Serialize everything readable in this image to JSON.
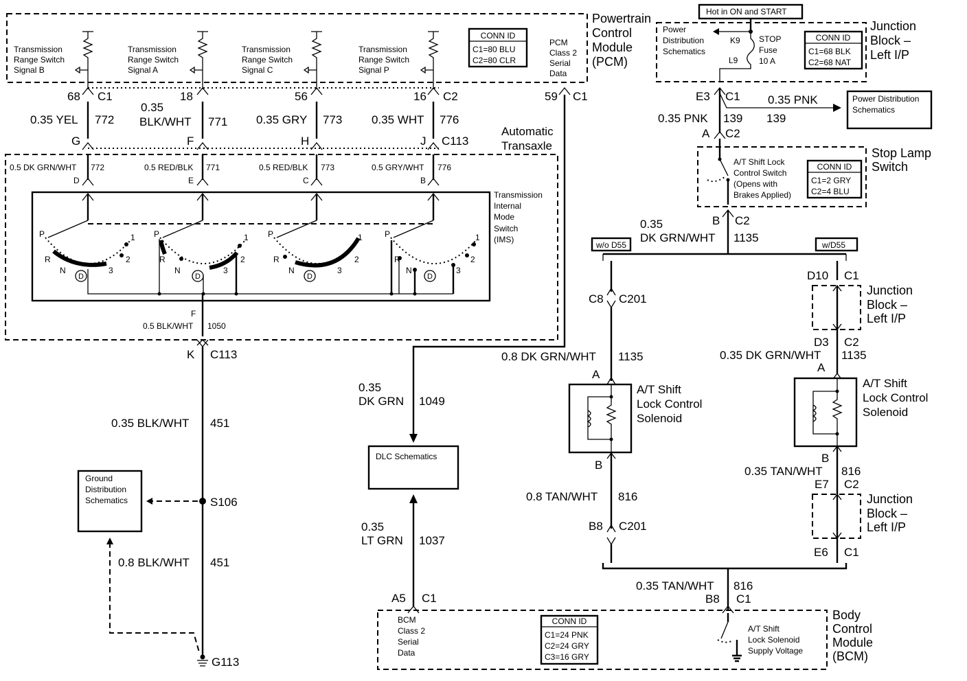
{
  "pcm": {
    "title": [
      "Powertrain",
      "Control",
      "Module",
      "(PCM)"
    ],
    "conn_id": {
      "header": "CONN ID",
      "rows": [
        "C1=80 BLU",
        "C2=80 CLR"
      ]
    },
    "serial": [
      "PCM",
      "Class 2",
      "Serial",
      "Data"
    ],
    "signals": [
      {
        "lines": [
          "Transmission",
          "Range Switch",
          "Signal B"
        ],
        "pin": "68",
        "conn": "C1",
        "gauge": "0.35 YEL",
        "circuit": "772",
        "ta_pin": "G"
      },
      {
        "lines": [
          "Transmission",
          "Range Switch",
          "Signal A"
        ],
        "pin": "18",
        "conn": "",
        "gauge_top": "0.35",
        "gauge": "BLK/WHT",
        "circuit": "771",
        "ta_pin": "F"
      },
      {
        "lines": [
          "Transmission",
          "Range Switch",
          "Signal C"
        ],
        "pin": "56",
        "conn": "",
        "gauge": "0.35 GRY",
        "circuit": "773",
        "ta_pin": "H"
      },
      {
        "lines": [
          "Transmission",
          "Range Switch",
          "Signal P"
        ],
        "pin": "16",
        "conn": "C2",
        "gauge": "0.35 WHT",
        "circuit": "776",
        "ta_pin": "J"
      }
    ],
    "serial_pin": "59",
    "serial_conn": "C1"
  },
  "transaxle": {
    "title": [
      "Automatic",
      "Transaxle"
    ],
    "connector": "C113",
    "wires": [
      {
        "label": "0.5 DK GRN/WHT",
        "circuit": "772",
        "pin": "D"
      },
      {
        "label": "0.5 RED/BLK",
        "circuit": "771",
        "pin": "E"
      },
      {
        "label": "0.5 RED/BLK",
        "circuit": "773",
        "pin": "C"
      },
      {
        "label": "0.5 GRY/WHT",
        "circuit": "776",
        "pin": "B"
      }
    ],
    "ims": [
      "Transmission",
      "Internal",
      "Mode",
      "Switch",
      "(IMS)"
    ],
    "gear_labels": {
      "p": "P",
      "r": "R",
      "n": "N",
      "d": "D",
      "one": "1",
      "two": "2",
      "three": "3"
    },
    "ground_pin": "F",
    "ground_wire": "0.5 BLK/WHT",
    "ground_circuit": "1050",
    "exit_pin": "K",
    "exit_conn": "C113"
  },
  "ground": {
    "wire1": "0.35 BLK/WHT",
    "circuit1": "451",
    "splice": "S106",
    "wire2": "0.8 BLK/WHT",
    "circuit2": "451",
    "point": "G113",
    "box": [
      "Ground",
      "Distribution",
      "Schematics"
    ]
  },
  "dlc": {
    "wire1_gauge": "0.35",
    "wire1_color": "DK GRN",
    "wire1_circuit": "1049",
    "box": "DLC Schematics",
    "wire2_gauge": "0.35",
    "wire2_color": "LT GRN",
    "wire2_circuit": "1037"
  },
  "junction_top": {
    "hot": "Hot in ON and START",
    "pd": [
      "Power",
      "Distribution",
      "Schematics"
    ],
    "k9": "K9",
    "l9": "L9",
    "fuse": [
      "STOP",
      "Fuse",
      "10 A"
    ],
    "conn_id": {
      "header": "CONN ID",
      "rows": [
        "C1=68 BLK",
        "C2=68 NAT"
      ]
    },
    "title": [
      "Junction",
      "Block –",
      "Left I/P"
    ],
    "pin": "E3",
    "conn": "C1"
  },
  "stop_feed": {
    "wire": "0.35 PNK",
    "circuit": "139",
    "branch_wire": "0.35 PNK",
    "branch_circuit": "139",
    "pd_box": [
      "Power Distribution",
      "Schematics"
    ]
  },
  "stop_lamp": {
    "pin_a": "A",
    "conn_a": "C2",
    "switch": [
      "A/T Shift Lock",
      "Control Switch",
      "(Opens with",
      "Brakes Applied)"
    ],
    "conn_id": {
      "header": "CONN ID",
      "rows": [
        "C1=2 GRY",
        "C2=4 BLU"
      ]
    },
    "title": [
      "Stop Lamp",
      "Switch"
    ],
    "pin_b": "B",
    "conn_b": "C2",
    "out_gauge": "0.35",
    "out_color": "DK GRN/WHT",
    "out_circuit": "1135",
    "opt_left": "w/o D55",
    "opt_right": "w/D55"
  },
  "left_path": {
    "c8": "C8",
    "c201": "C201",
    "wire": "0.8 DK GRN/WHT",
    "circuit": "1135",
    "pin_a": "A",
    "solenoid": [
      "A/T Shift",
      "Lock Control",
      "Solenoid"
    ],
    "pin_b": "B",
    "wire2": "0.8 TAN/WHT",
    "circuit2": "816",
    "b8": "B8",
    "c201b": "C201"
  },
  "right_path": {
    "d10": "D10",
    "c1a": "C1",
    "jb1": [
      "Junction",
      "Block –",
      "Left I/P"
    ],
    "d3": "D3",
    "c2a": "C2",
    "wire": "0.35 DK GRN/WHT",
    "circuit": "1135",
    "pin_a": "A",
    "solenoid": [
      "A/T Shift",
      "Lock Control",
      "Solenoid"
    ],
    "pin_b": "B",
    "wire2": "0.35 TAN/WHT",
    "circuit2": "816",
    "e7": "E7",
    "c2b": "C2",
    "jb2": [
      "Junction",
      "Block –",
      "Left I/P"
    ],
    "e6": "E6",
    "c1b": "C1"
  },
  "bcm": {
    "feed_wire": "0.35 TAN/WHT",
    "feed_circuit": "816",
    "pin": "B8",
    "conn": "C1",
    "serial_pin": "A5",
    "serial_conn": "C1",
    "serial": [
      "BCM",
      "Class 2",
      "Serial",
      "Data"
    ],
    "conn_id": {
      "header": "CONN ID",
      "rows": [
        "C1=24 PNK",
        "C2=24 GRY",
        "C3=16 GRY"
      ]
    },
    "supply": [
      "A/T Shift",
      "Lock Solenoid",
      "Supply Voltage"
    ],
    "title": [
      "Body",
      "Control",
      "Module",
      "(BCM)"
    ]
  }
}
